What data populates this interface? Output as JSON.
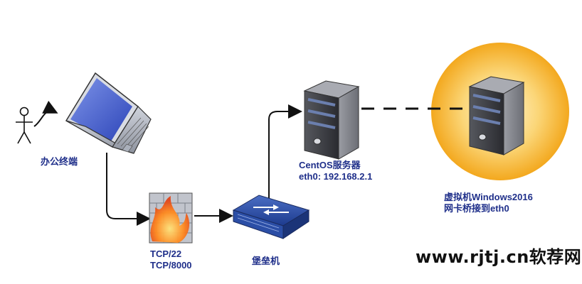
{
  "labels": {
    "office_terminal": "办公终端",
    "centos_line1": "CentOS服务器",
    "centos_line2": "eth0: 192.168.2.1",
    "vm_line1": "虚拟机Windows2016",
    "vm_line2": "网卡桥接到eth0",
    "firewall_line1": "TCP/22",
    "firewall_line2": "TCP/8000",
    "bastion": "堡垒机"
  },
  "watermark": "www.rjtj.cn软荐网",
  "colors": {
    "label_text": "#1f2f8a",
    "connector": "#111111",
    "vm_halo": "#f3a81e",
    "server_body": "#3c3d42",
    "server_stripe": "#6b7fae"
  },
  "icons": [
    "stick-figure-icon",
    "laptop-icon",
    "firewall-icon",
    "switch-icon",
    "server-icon",
    "virtual-server-icon"
  ]
}
